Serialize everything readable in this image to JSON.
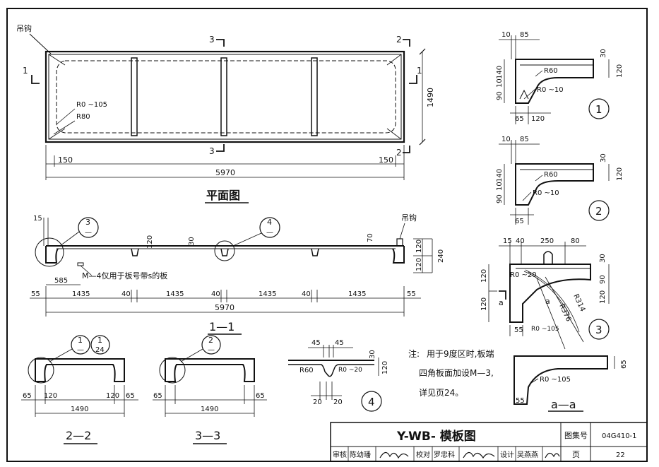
{
  "plan": {
    "title": "平面图",
    "hook": "吊钩",
    "cut3": "3",
    "cut2": "2",
    "cut1": "1",
    "r_corner": "R0 ~105",
    "r80": "R80",
    "dim_150_left": "150",
    "dim_150_right": "150",
    "dim_total": "5970",
    "dim_height": "1490"
  },
  "section11": {
    "title": "1—1",
    "dim_15": "15",
    "dim_120_top": "120",
    "dim_30": "30",
    "dim_70": "70",
    "dim_120_r1": "120",
    "dim_240": "240",
    "dim_120_r2": "120",
    "dim_585": "585",
    "dim_55_left": "55",
    "dim_1435_a": "1435",
    "dim_40_a": "40",
    "dim_1435_b": "1435",
    "dim_40_b": "40",
    "dim_1435_c": "1435",
    "dim_40_c": "40",
    "dim_1435_d": "1435",
    "dim_55_right": "55",
    "dim_total": "5970",
    "hook": "吊钩",
    "note_m4": "M—4仅用于板号带s的板",
    "bubble3_top": "3",
    "bubble3_bottom": "—",
    "bubble4_top": "4",
    "bubble4_bottom": "—"
  },
  "section22": {
    "title": "2—2",
    "b1_top": "1",
    "b1_bottom": "—",
    "b2_top": "1",
    "b2_bottom": "24",
    "dim_65_l": "65",
    "dim_120_l": "120",
    "dim_120_r": "120",
    "dim_65_r": "65",
    "dim_total": "1490"
  },
  "section33": {
    "title": "3—3",
    "b_top": "2",
    "b_bottom": "—",
    "dim_65_l": "65",
    "dim_65_r": "65",
    "dim_total": "1490"
  },
  "detail4": {
    "dim_45_a": "45",
    "dim_45_b": "45",
    "dim_30": "30",
    "dim_120": "120",
    "r60": "R60",
    "r0": "R0 ~20",
    "dim_20_a": "20",
    "dim_20_b": "20",
    "num": "4"
  },
  "note": {
    "label": "注:",
    "line1": "用于9度区时,板端",
    "line2": "四角板面加设M—3,",
    "line3": "详见页24。"
  },
  "detail1": {
    "dim_10": "10",
    "dim_85": "85",
    "dim_30": "30",
    "dim_140": "140",
    "dim_10v": "10",
    "dim_90": "90",
    "dim_120": "120",
    "r60": "R60",
    "r0": "R0 ~10",
    "dim_65": "65",
    "dim_120b": "120",
    "num": "1"
  },
  "detail2": {
    "dim_10": "10",
    "dim_85": "85",
    "dim_30": "30",
    "dim_140": "140",
    "dim_10v": "10",
    "dim_90": "90",
    "dim_120": "120",
    "r60": "R60",
    "r0": "R0 ~10",
    "dim_65": "65",
    "num": "2"
  },
  "detail3": {
    "dim_15": "15",
    "dim_40": "40",
    "dim_250": "250",
    "dim_80": "80",
    "dim_30": "30",
    "dim_90": "90",
    "dim_120_r": "120",
    "dim_120_l1": "120",
    "dim_120_l2": "120",
    "r0": "R0 ~20",
    "r314": "R314",
    "r376": "R376",
    "r0_105": "R0 ~105",
    "dim_55": "55",
    "cut_a": "a",
    "num": "3"
  },
  "section_aa": {
    "title": "a—a",
    "dim_65": "65",
    "r0": "R0 ~105",
    "dim_55": "55"
  },
  "title_block": {
    "title": "Y-WB- 模板图",
    "atlas_label": "图集号",
    "atlas_no": "04G410-1",
    "reviewer_label": "审核",
    "reviewer": "陈幼璠",
    "checker_label": "校对",
    "checker": "罗忠科",
    "designer_label": "设计",
    "designer": "吴燕燕",
    "page_label": "页",
    "page_no": "22"
  }
}
